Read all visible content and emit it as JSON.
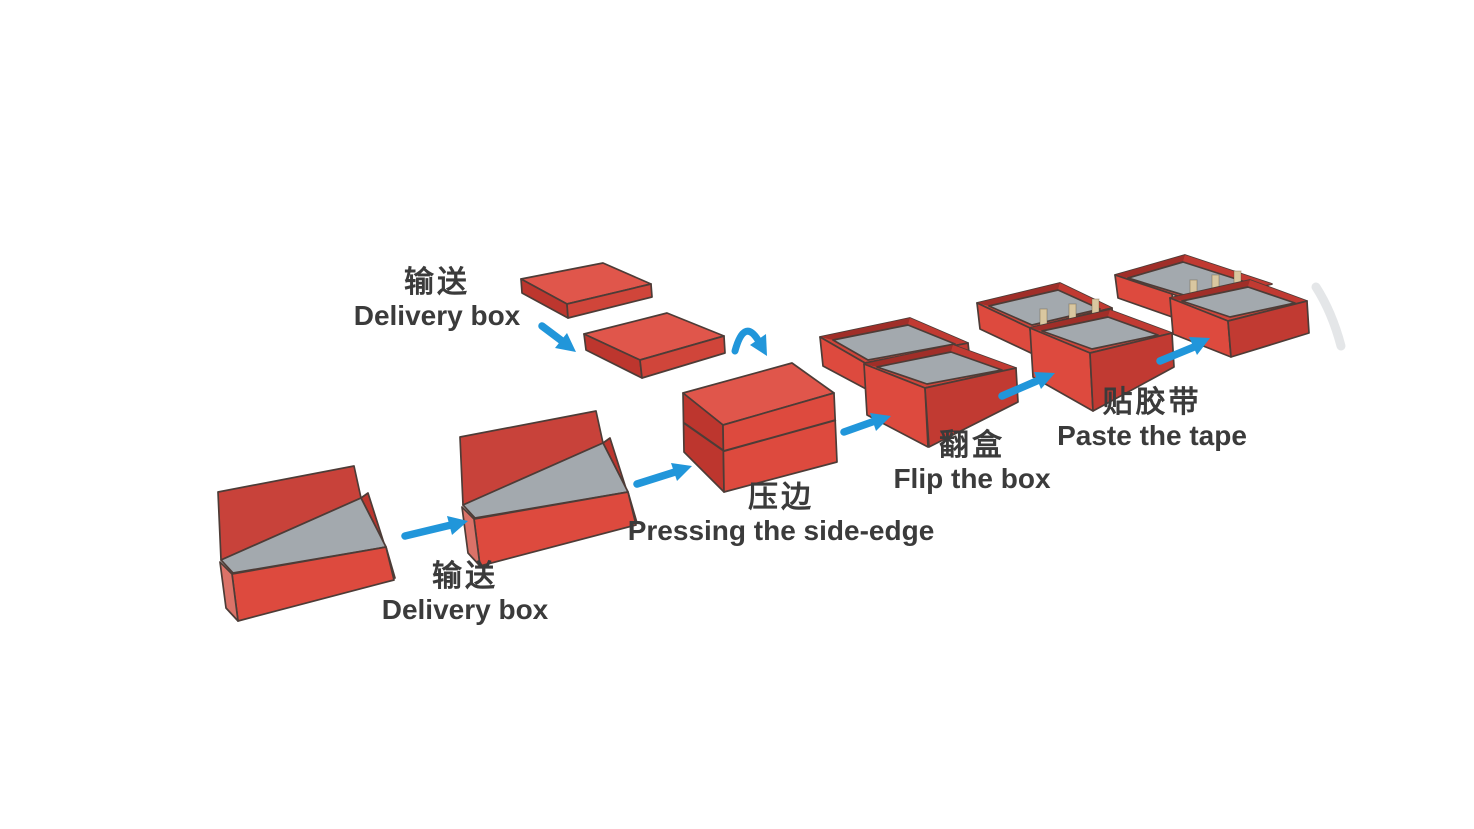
{
  "diagram": {
    "type": "process-flow",
    "subject": "carton box forming steps",
    "stages": [
      {
        "id": "delivery-lid",
        "zh": "输送",
        "en": "Delivery box"
      },
      {
        "id": "delivery-box",
        "zh": "输送",
        "en": "Delivery box"
      },
      {
        "id": "pressing",
        "zh": "压边",
        "en": "Pressing the side-edge"
      },
      {
        "id": "flip",
        "zh": "翻盒",
        "en": "Flip the box"
      },
      {
        "id": "paste-tape",
        "zh": "贴胶带",
        "en": "Paste the tape"
      }
    ],
    "colors": {
      "background": "#ffffff",
      "text": "#3b3b3b",
      "outline": "#4d3c37",
      "arrow": "#2196da",
      "box_top": "#e0564b",
      "box_front": "#dd4a3e",
      "box_side": "#bd362e",
      "box_flap": "#c8423a",
      "box_rim": "#d0453a",
      "box_inner_dark": "#a02e28",
      "box_inner_mid": "#c13a32",
      "box_interior": "#a3a9ae",
      "corner_highlight": "#db7268",
      "tape": "#d9c7a0",
      "swoosh": "#d2d6d8"
    }
  }
}
